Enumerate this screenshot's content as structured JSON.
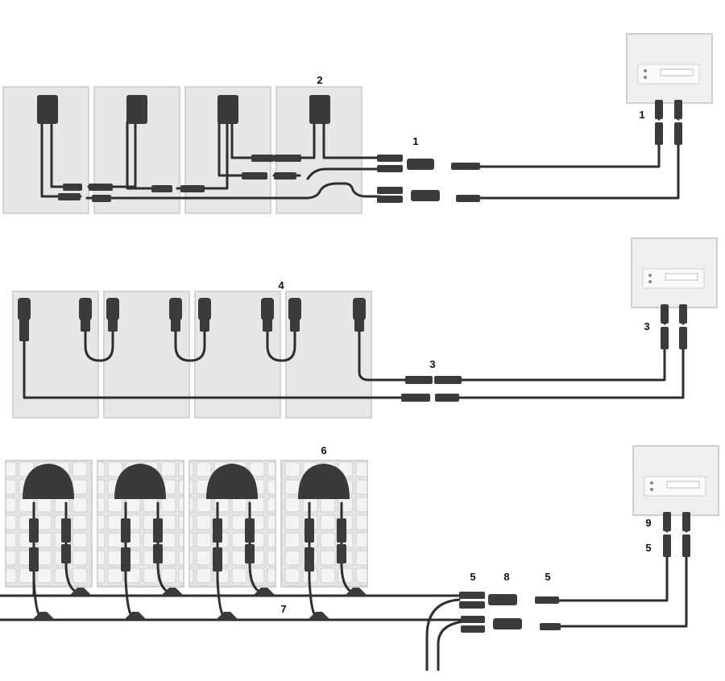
{
  "labels": {
    "s1_top": "2",
    "s1_mid": "1",
    "s1_inv": "1",
    "s2_top": "4",
    "s2_mid": "3",
    "s2_inv": "3",
    "s3_top": "6",
    "s3_conn_a": "5",
    "s3_branch": "8",
    "s3_conn_b": "5",
    "s3_inv_a": "9",
    "s3_inv_b": "5",
    "s3_trunk": "7"
  },
  "colors": {
    "cable": "#2e2e2e",
    "connector": "#3b3b3b",
    "panel": "#e7e7e7",
    "inverter": "#efefef",
    "box": "#3a3a3a"
  }
}
